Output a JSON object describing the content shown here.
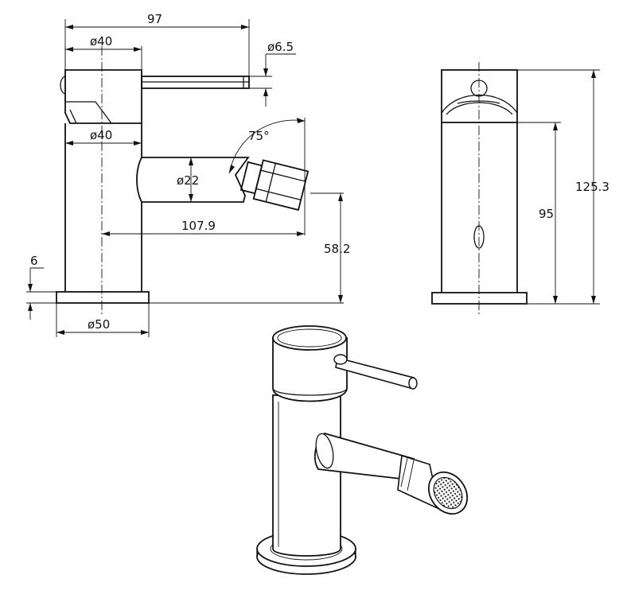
{
  "dimensions": {
    "total_width": "97",
    "head_diameter": "ø40",
    "lever_diameter": "ø6.5",
    "body_diameter": "ø40",
    "spout_angle": "75°",
    "spout_diameter": "ø22",
    "spout_reach": "107.9",
    "spout_height": "58.2",
    "base_thickness": "6",
    "base_diameter": "ø50",
    "body_height": "95",
    "total_height": "125.3"
  }
}
